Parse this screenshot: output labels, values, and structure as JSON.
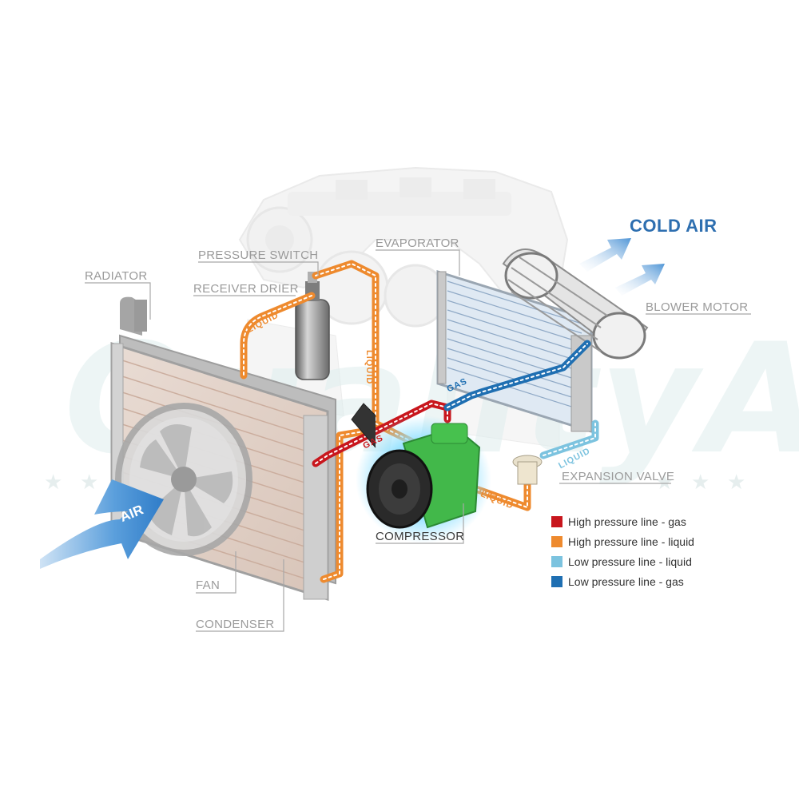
{
  "title": "COLD AIR",
  "labels": {
    "radiator": "RADIATOR",
    "pressure_switch": "PRESSURE SWITCH",
    "receiver_drier": "RECEIVER DRIER",
    "evaporator": "EVAPORATOR",
    "blower_motor": "BLOWER MOTOR",
    "expansion_valve": "EXPANSION VALVE",
    "compressor": "COMPRESSOR",
    "fan": "FAN",
    "condenser": "CONDENSER",
    "air": "AIR"
  },
  "flow_labels": {
    "liquid_1": "LIQUID",
    "liquid_2": "LIQUID",
    "liquid_3": "LIQUID",
    "liquid_4": "LIQUID",
    "gas_1": "GAS",
    "gas_2": "GAS"
  },
  "watermark": "QualityAir",
  "legend": [
    {
      "label": "High pressure line - gas",
      "color": "#c8161d"
    },
    {
      "label": "High pressure line - liquid",
      "color": "#ee8a2e"
    },
    {
      "label": "Low pressure line - liquid",
      "color": "#7cc3df"
    },
    {
      "label": "Low pressure line -  gas",
      "color": "#1f6fb2"
    }
  ],
  "colors": {
    "high_gas": "#c8161d",
    "high_liquid": "#ee8a2e",
    "low_liquid": "#7cc3df",
    "low_gas": "#1f6fb2",
    "compressor": "#3bbb3b",
    "title": "#2e6fb0"
  }
}
